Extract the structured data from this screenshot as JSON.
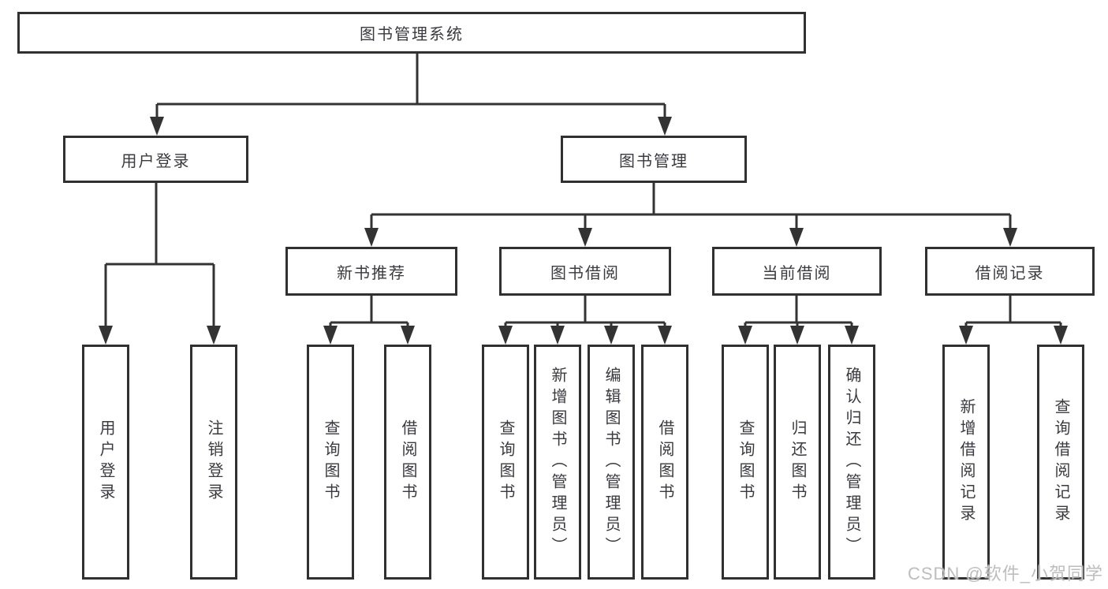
{
  "diagram": {
    "root": {
      "label": "图书管理系统"
    },
    "branches": [
      {
        "label": "用户登录",
        "children": [
          {
            "label": "用户登录"
          },
          {
            "label": "注销登录"
          }
        ]
      },
      {
        "label": "图书管理",
        "children": [
          {
            "label": "新书推荐",
            "children": [
              {
                "label": "查询图书"
              },
              {
                "label": "借阅图书"
              }
            ]
          },
          {
            "label": "图书借阅",
            "children": [
              {
                "label": "查询图书"
              },
              {
                "label": "新增图书（管理员）"
              },
              {
                "label": "编辑图书（管理员）"
              },
              {
                "label": "借阅图书"
              }
            ]
          },
          {
            "label": "当前借阅",
            "children": [
              {
                "label": "查询图书"
              },
              {
                "label": "归还图书"
              },
              {
                "label": "确认归还（管理员）"
              }
            ]
          },
          {
            "label": "借阅记录",
            "children": [
              {
                "label": "新增借阅记录"
              },
              {
                "label": "查询借阅记录"
              }
            ]
          }
        ]
      }
    ]
  },
  "watermark": "CSDN @软件_小贺同学",
  "colors": {
    "line": "#333333",
    "border": "#303030",
    "text": "#3a3a40",
    "background": "#ffffff",
    "watermark": "#bdbdbd"
  }
}
